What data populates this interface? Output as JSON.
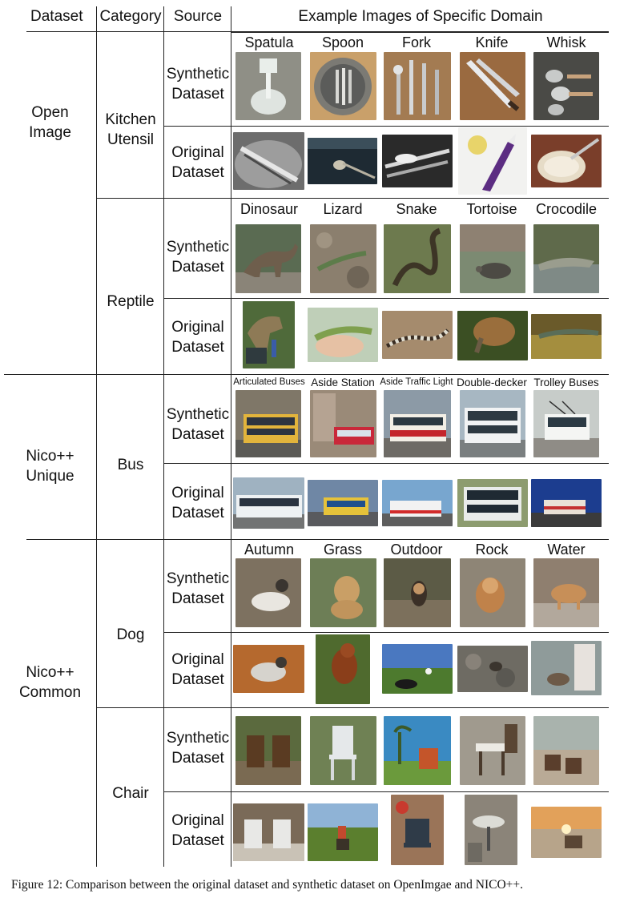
{
  "header": {
    "dataset": "Dataset",
    "category": "Category",
    "source": "Source",
    "examples": "Example Images of Specific Domain"
  },
  "datasets": [
    "Open\nImage",
    "Nico++\nUnique",
    "Nico++\nCommon"
  ],
  "categories": [
    "Kitchen\nUtensil",
    "Reptile",
    "Bus",
    "Dog",
    "Chair"
  ],
  "sources": {
    "synthetic": "Synthetic\nDataset",
    "original": "Original\nDataset"
  },
  "domains": {
    "kitchen": [
      "Spatula",
      "Spoon",
      "Fork",
      "Knife",
      "Whisk"
    ],
    "reptile": [
      "Dinosaur",
      "Lizard",
      "Snake",
      "Tortoise",
      "Crocodile"
    ],
    "bus": [
      "Articulated Buses",
      "Aside Station",
      "Aside Traffic Light",
      "Double-decker",
      "Trolley Buses"
    ],
    "dog": [
      "Autumn",
      "Grass",
      "Outdoor",
      "Rock",
      "Water"
    ],
    "chair": []
  },
  "caption": "Figure 12: Comparison between the original dataset and synthetic dataset on OpenImgae and NICO++."
}
